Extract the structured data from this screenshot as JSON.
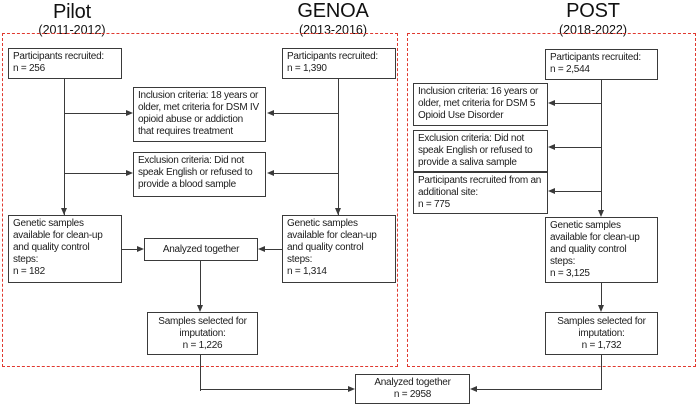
{
  "headers": [
    {
      "title": "Pilot",
      "years": "(2011-2012)"
    },
    {
      "title": "GENOA",
      "years": "(2013-2016)"
    },
    {
      "title": "POST",
      "years": "(2018-2022)"
    }
  ],
  "boxes": {
    "pilot_recruited": {
      "label": "Participants recruited:",
      "n": "n = 256"
    },
    "pilot_genetic": {
      "label": "Genetic samples available for clean-up and quality control steps:",
      "n": "n = 182"
    },
    "inclusion_pilot_genoa": {
      "text": "Inclusion criteria: 18 years or older, met criteria for DSM IV opioid abuse or addiction that requires treatment"
    },
    "exclusion_pilot_genoa": {
      "text": "Exclusion criteria: Did not speak English or refused to provide a blood sample"
    },
    "genoa_recruited": {
      "label": "Participants recruited:",
      "n": "n = 1,390"
    },
    "genoa_genetic": {
      "label": "Genetic samples available for clean-up and quality control steps:",
      "n": "n = 1,314"
    },
    "analyzed_pilot_genoa": {
      "text": "Analyzed together"
    },
    "imputation_pilot_genoa": {
      "label": "Samples selected for imputation:",
      "n": "n = 1,226"
    },
    "post_recruited": {
      "label": "Participants recruited:",
      "n": "n = 2,544"
    },
    "post_inclusion": {
      "text": "Inclusion criteria: 16 years or older, met criteria for DSM 5 Opioid Use Disorder"
    },
    "post_exclusion": {
      "text": "Exclusion criteria: Did not speak English or refused to provide a saliva sample"
    },
    "post_additional": {
      "label": "Participants recruited from an additional site:",
      "n": "n = 775"
    },
    "post_genetic": {
      "label": "Genetic samples available for clean-up and quality control steps:",
      "n": "n = 3,125"
    },
    "post_imputation": {
      "label": "Samples selected for imputation:",
      "n": "n = 1,732"
    },
    "analyzed_combined": {
      "label": "Analyzed together",
      "n": "n = 2958"
    }
  },
  "colors": {
    "dashed_border": "#e0392f",
    "box_border": "#3a3a3a",
    "line": "#3a3a3a",
    "text": "#1c1c1c",
    "background": "#ffffff"
  }
}
